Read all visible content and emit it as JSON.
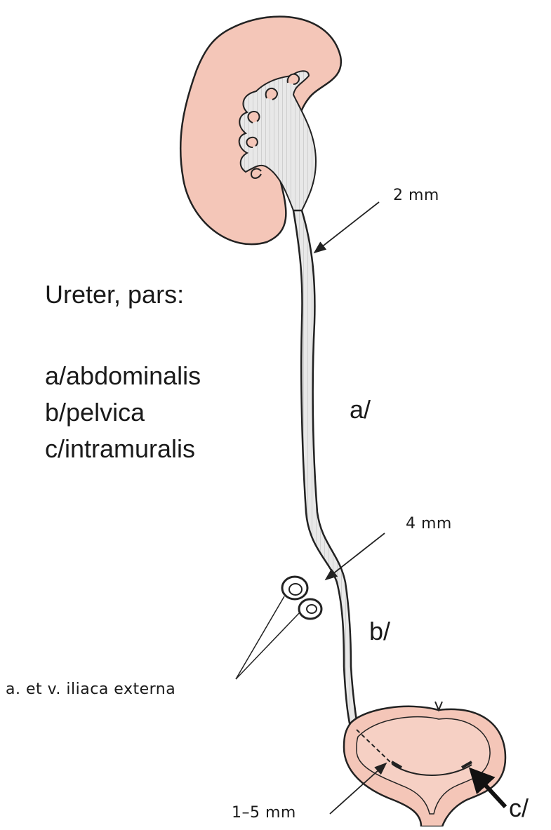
{
  "legend": {
    "title": "Ureter, pars:",
    "items": [
      "a/abdominalis",
      "b/pelvica",
      "c/intramuralis"
    ]
  },
  "segments": {
    "a": "a/",
    "b": "b/",
    "c": "c/"
  },
  "measurements": {
    "upper": "2 mm",
    "middle": "4 mm",
    "lower": "1–5 mm"
  },
  "vessel_label": "a. et v. iliaca externa",
  "colors": {
    "tissue": "#f4c6b8",
    "tissue_dark": "#e8a898",
    "lumen": "#e4e4e4",
    "outline": "#222222"
  }
}
